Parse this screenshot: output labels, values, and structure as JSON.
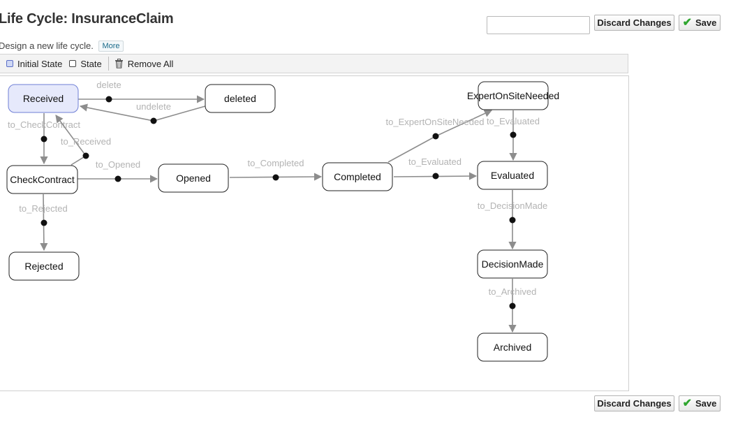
{
  "header": {
    "title": "Life Cycle: InsuranceClaim",
    "subtitle": "Design a new life cycle.",
    "more_label": "More",
    "search_value": "",
    "discard_label": "Discard Changes",
    "save_label": "Save"
  },
  "toolbar": {
    "initial_state_label": "Initial State",
    "state_label": "State",
    "remove_all_label": "Remove All"
  },
  "colors": {
    "initial_fill": "#e6e9fb",
    "initial_stroke": "#6f7fd6",
    "edge": "#8d8d8d",
    "edge_label": "#b3b3b3",
    "save_check": "#2ea52e"
  },
  "states": [
    {
      "id": "Received",
      "label": "Received",
      "initial": true
    },
    {
      "id": "deleted",
      "label": "deleted",
      "initial": false
    },
    {
      "id": "CheckContract",
      "label": "CheckContract",
      "initial": false
    },
    {
      "id": "Opened",
      "label": "Opened",
      "initial": false
    },
    {
      "id": "Completed",
      "label": "Completed",
      "initial": false
    },
    {
      "id": "ExpertOnSiteNeeded",
      "label": "ExpertOnSiteNeeded",
      "initial": false
    },
    {
      "id": "Evaluated",
      "label": "Evaluated",
      "initial": false
    },
    {
      "id": "DecisionMade",
      "label": "DecisionMade",
      "initial": false
    },
    {
      "id": "Rejected",
      "label": "Rejected",
      "initial": false
    },
    {
      "id": "Archived",
      "label": "Archived",
      "initial": false
    }
  ],
  "transitions": [
    {
      "id": "delete",
      "label": "delete",
      "from": "Received",
      "to": "deleted"
    },
    {
      "id": "undelete",
      "label": "undelete",
      "from": "deleted",
      "to": "Received"
    },
    {
      "id": "to_CheckContract",
      "label": "to_CheckContract",
      "from": "Received",
      "to": "CheckContract"
    },
    {
      "id": "to_Received",
      "label": "to_Received",
      "from": "CheckContract",
      "to": "Received"
    },
    {
      "id": "to_Opened",
      "label": "to_Opened",
      "from": "CheckContract",
      "to": "Opened"
    },
    {
      "id": "to_Rejected",
      "label": "to_Rejected",
      "from": "CheckContract",
      "to": "Rejected"
    },
    {
      "id": "to_Completed",
      "label": "to_Completed",
      "from": "Opened",
      "to": "Completed"
    },
    {
      "id": "to_ExpertOnSiteNeeded",
      "label": "to_ExpertOnSiteNeeded",
      "from": "Completed",
      "to": "ExpertOnSiteNeeded"
    },
    {
      "id": "to_Evaluated_1",
      "label": "to_Evaluated",
      "from": "Completed",
      "to": "Evaluated"
    },
    {
      "id": "to_Evaluated_2",
      "label": "to_Evaluated",
      "from": "ExpertOnSiteNeeded",
      "to": "Evaluated"
    },
    {
      "id": "to_DecisionMade",
      "label": "to_DecisionMade",
      "from": "Evaluated",
      "to": "DecisionMade"
    },
    {
      "id": "to_Archived",
      "label": "to_Archived",
      "from": "DecisionMade",
      "to": "Archived"
    }
  ]
}
